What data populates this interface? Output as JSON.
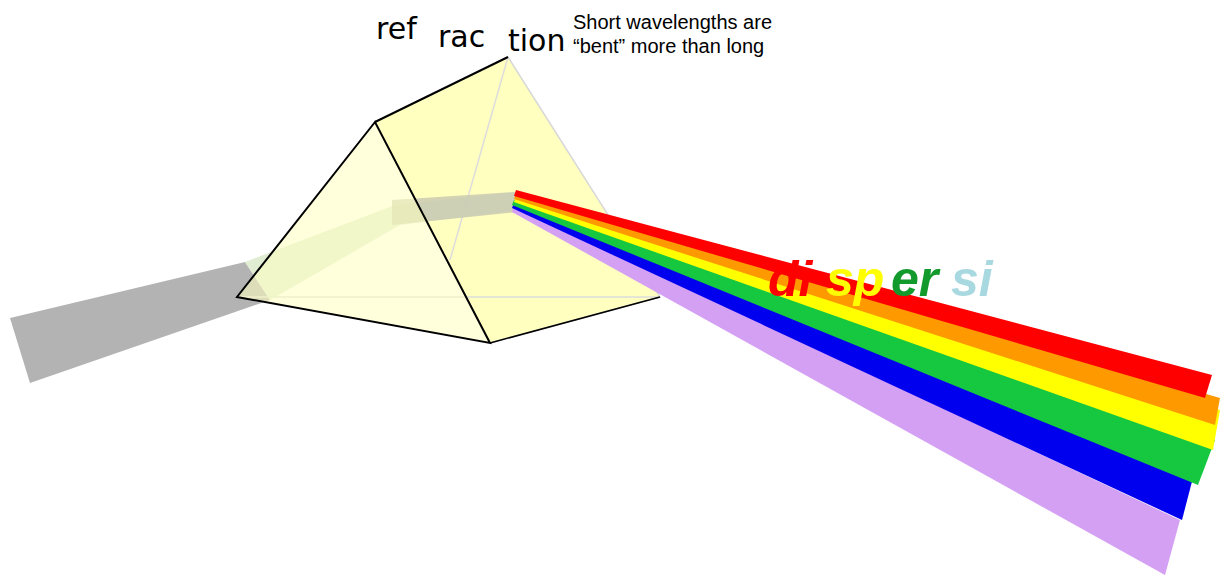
{
  "diagram": {
    "labels": [
      "ref",
      "rac",
      "tion",
      "Short wavelengths are “bent” more than long",
      "di",
      "sp",
      "er",
      "si"
    ]
  }
}
